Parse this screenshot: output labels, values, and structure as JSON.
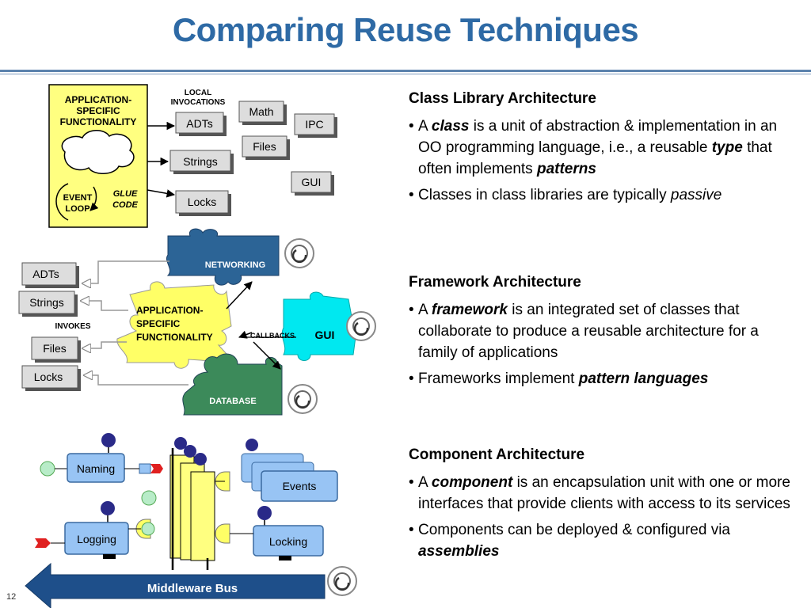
{
  "slide": {
    "title": "Comparing Reuse Techniques",
    "page_number": "12"
  },
  "class_library_diagram": {
    "app_box_label": [
      "APPLICATION-",
      "SPECIFIC",
      "FUNCTIONALITY"
    ],
    "event_loop_label": [
      "EVENT",
      "LOOP"
    ],
    "glue_code_label": [
      "GLUE",
      "CODE"
    ],
    "local_invocations_label": [
      "LOCAL",
      "INVOCATIONS"
    ],
    "boxes": [
      "ADTs",
      "Strings",
      "Locks",
      "Math",
      "Files",
      "IPC",
      "GUI"
    ]
  },
  "framework_diagram": {
    "networking_label": "NETWORKING",
    "gui_label": "GUI",
    "database_label": "DATABASE",
    "app_label": [
      "APPLICATION-",
      "SPECIFIC",
      "FUNCTIONALITY"
    ],
    "invokes_label": "INVOKES",
    "callbacks_label": "CALLBACKS",
    "boxes": [
      "ADTs",
      "Strings",
      "Files",
      "Locks"
    ]
  },
  "component_diagram": {
    "naming_label": "Naming",
    "events_label": "Events",
    "logging_label": "Logging",
    "locking_label": "Locking",
    "bus_label": "Middleware Bus"
  },
  "sections": {
    "class_library": {
      "heading": "Class Library Architecture",
      "b1_pre": "A ",
      "b1_em1": "class",
      "b1_mid": " is a unit of abstraction & implementation in an OO programming language, i.e., a reusable ",
      "b1_em2": "type",
      "b1_mid2": " that often implements ",
      "b1_em3": "patterns",
      "b2_pre": "Classes in class libraries are typically ",
      "b2_em": "passive"
    },
    "framework": {
      "heading": "Framework Architecture",
      "b1_pre": "A ",
      "b1_em": "framework",
      "b1_post": " is an integrated set of classes that collaborate to produce a reusable architecture for a family of applications",
      "b2_pre": "Frameworks implement ",
      "b2_em": "pattern languages"
    },
    "component": {
      "heading": "Component Architecture",
      "b1_pre": "A ",
      "b1_em": "component",
      "b1_post": " is an encapsulation unit with one or more interfaces that provide clients with access to its services",
      "b2_pre": "Components can be deployed & configured via ",
      "b2_em": "assemblies"
    }
  },
  "colors": {
    "title_blue": "#2e6aa5",
    "app_yellow": "#ffff80",
    "networking_blue": "#2c6496",
    "gui_cyan": "#00e8f0",
    "database_green": "#3c8a5a",
    "component_blue": "#98c4f4",
    "interface_navy": "#2a2a88",
    "bus_blue": "#1e4f8a"
  }
}
